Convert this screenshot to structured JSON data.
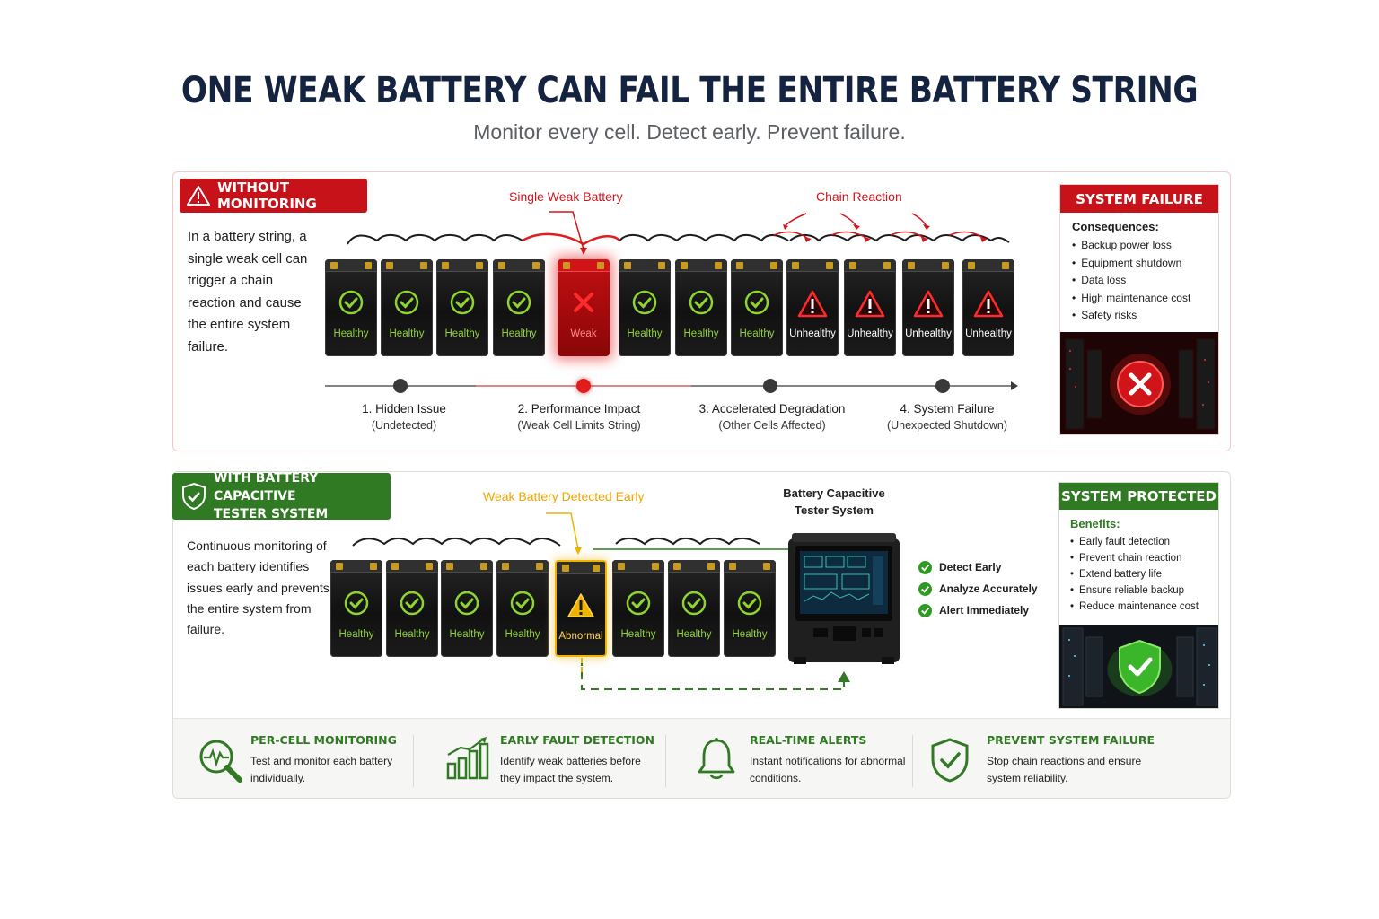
{
  "header": {
    "title": "ONE WEAK BATTERY CAN FAIL THE ENTIRE BATTERY STRING",
    "subtitle": "Monitor every cell. Detect early. Prevent failure."
  },
  "without": {
    "tag": "WITHOUT MONITORING",
    "description": "In a battery string, a single weak cell can trigger a chain reaction and cause the entire system failure.",
    "callout_weak": "Single Weak Battery",
    "callout_chain": "Chain Reaction",
    "batteries": [
      {
        "state": "healthy",
        "label": "Healthy"
      },
      {
        "state": "healthy",
        "label": "Healthy"
      },
      {
        "state": "healthy",
        "label": "Healthy"
      },
      {
        "state": "healthy",
        "label": "Healthy"
      },
      {
        "state": "weak",
        "label": "Weak"
      },
      {
        "state": "healthy",
        "label": "Healthy"
      },
      {
        "state": "healthy",
        "label": "Healthy"
      },
      {
        "state": "healthy",
        "label": "Healthy"
      },
      {
        "state": "unhealthy",
        "label": "Unhealthy"
      },
      {
        "state": "unhealthy",
        "label": "Unhealthy"
      },
      {
        "state": "unhealthy",
        "label": "Unhealthy"
      },
      {
        "state": "unhealthy",
        "label": "Unhealthy"
      }
    ],
    "stages": [
      {
        "title": "1. Hidden Issue",
        "sub": "(Undetected)"
      },
      {
        "title": "2. Performance Impact",
        "sub": "(Weak Cell Limits String)"
      },
      {
        "title": "3. Accelerated Degradation",
        "sub": "(Other Cells Affected)"
      },
      {
        "title": "4. System Failure",
        "sub": "(Unexpected Shutdown)"
      }
    ],
    "card": {
      "title": "SYSTEM FAILURE",
      "subtitle": "Consequences:",
      "items": [
        "Backup power loss",
        "Equipment shutdown",
        "Data loss",
        "High maintenance cost",
        "Safety risks"
      ]
    }
  },
  "with": {
    "tag_line1": "WITH BATTERY CAPACITIVE",
    "tag_line2": "TESTER SYSTEM",
    "description": "Continuous monitoring of each battery identifies issues early and prevents the entire system from failure.",
    "callout_detected": "Weak Battery Detected Early",
    "device_label_1": "Battery Capacitive",
    "device_label_2": "Tester System",
    "batteries": [
      {
        "state": "healthy",
        "label": "Healthy"
      },
      {
        "state": "healthy",
        "label": "Healthy"
      },
      {
        "state": "healthy",
        "label": "Healthy"
      },
      {
        "state": "healthy",
        "label": "Healthy"
      },
      {
        "state": "abnormal",
        "label": "Abnormal"
      },
      {
        "state": "healthy",
        "label": "Healthy"
      },
      {
        "state": "healthy",
        "label": "Healthy"
      },
      {
        "state": "healthy",
        "label": "Healthy"
      }
    ],
    "features": [
      "Detect Early",
      "Analyze Accurately",
      "Alert Immediately"
    ],
    "card": {
      "title": "SYSTEM PROTECTED",
      "subtitle": "Benefits:",
      "items": [
        "Early fault detection",
        "Prevent chain reaction",
        "Extend battery life",
        "Ensure reliable backup",
        "Reduce maintenance cost"
      ]
    }
  },
  "strip": [
    {
      "icon": "magnifier-pulse-icon",
      "title": "PER-CELL MONITORING",
      "desc": "Test and monitor each battery individually."
    },
    {
      "icon": "bar-chart-icon",
      "title": "EARLY FAULT DETECTION",
      "desc": "Identify weak batteries before they impact the system."
    },
    {
      "icon": "bell-icon",
      "title": "REAL-TIME ALERTS",
      "desc": "Instant notifications for abnormal conditions."
    },
    {
      "icon": "shield-check-icon",
      "title": "PREVENT SYSTEM FAILURE",
      "desc": "Stop chain reactions and ensure system reliability."
    }
  ],
  "colors": {
    "danger": "#c81219",
    "success": "#2f7a22",
    "healthy_text": "#8ed42f",
    "warning": "#f0b400",
    "title": "#14233f"
  }
}
